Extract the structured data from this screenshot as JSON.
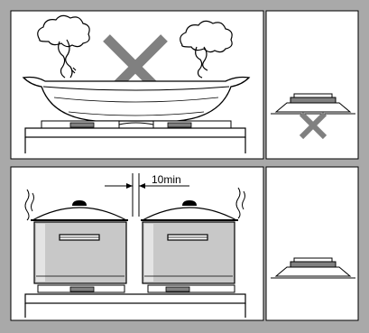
{
  "colors": {
    "frame": "#a9a9a9",
    "panel": "#ffffff",
    "line": "#000000",
    "cross": "#808080",
    "pot_body": "#c8c8c8",
    "steam": "#000000"
  },
  "top_left": {
    "icon": "wide-pan-on-burners-crossed",
    "verdict": "not-allowed"
  },
  "top_right": {
    "icon": "burner-side-view-crossed",
    "verdict": "not-allowed"
  },
  "bottom_left": {
    "icon": "two-pots-spaced",
    "gap_label": "10min",
    "verdict": "allowed"
  },
  "bottom_right": {
    "icon": "burner-side-view",
    "verdict": "allowed"
  }
}
